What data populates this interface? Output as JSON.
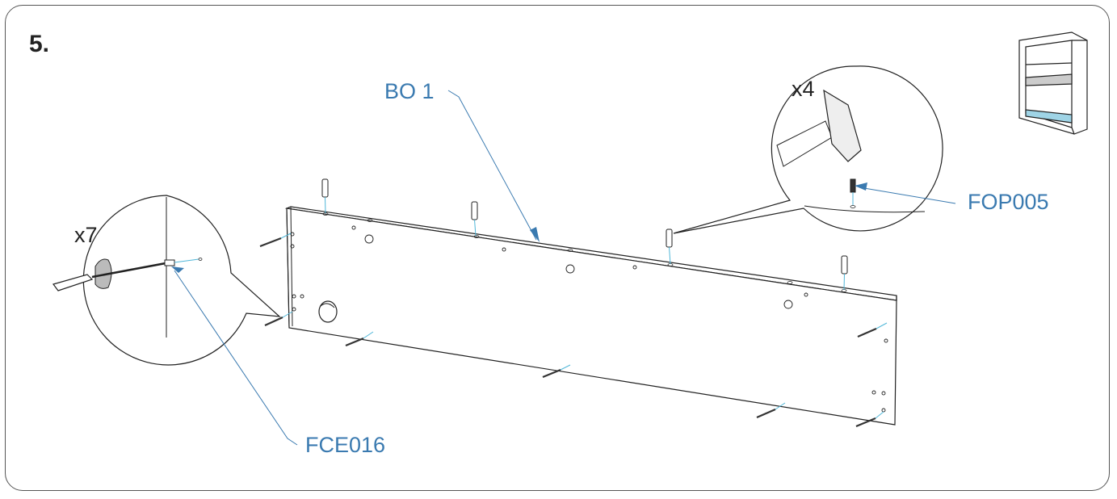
{
  "step_number": "5.",
  "labels": {
    "panel": "BO 1",
    "dowel": "FOP005",
    "cam_screw": "FCE016"
  },
  "quantities": {
    "dowels": "x4",
    "cam_screws": "x7"
  },
  "colors": {
    "label_blue": "#3a7ab0",
    "guide_cyan": "#4fb6d8",
    "line": "#222222"
  }
}
